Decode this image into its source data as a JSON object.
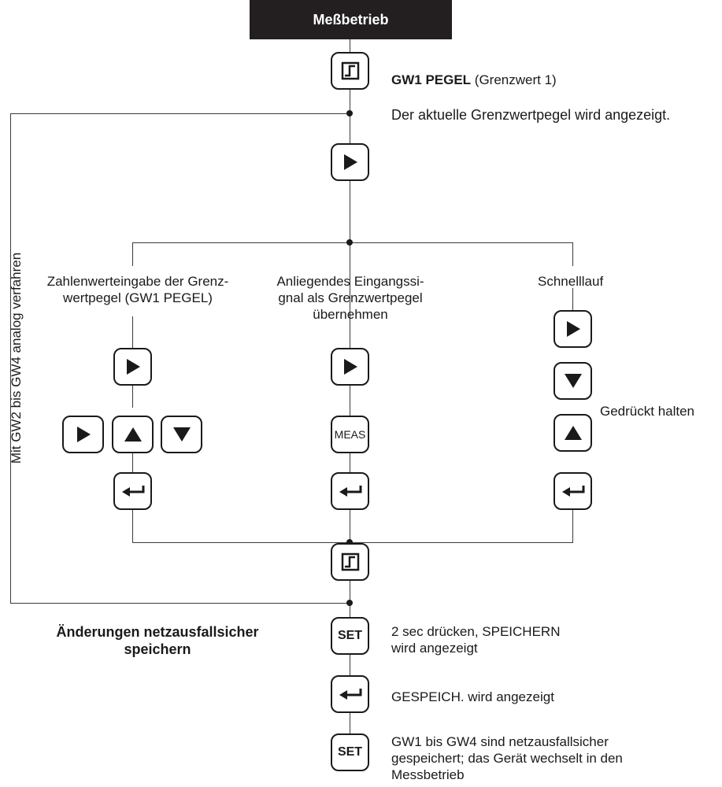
{
  "header": {
    "title": "Meßbetrieb"
  },
  "step1": {
    "title_bold": "GW1 PEGEL",
    "title_rest": " (Grenzwert 1)",
    "note": "Der aktuelle Grenzwertpegel wird angezeigt."
  },
  "side_label": "Mit GW2 bis GW4 analog verfahren",
  "branches": {
    "left": {
      "line1": "Zahlenwerteingabe der Grenz-",
      "line2": "wertpegel (GW1 PEGEL)"
    },
    "middle": {
      "line1": "Anliegendes Eingangssi-",
      "line2": "gnal als Grenzwertpegel",
      "line3": "übernehmen"
    },
    "right": {
      "line1": "Schnelllauf",
      "hold": "Gedrückt halten"
    }
  },
  "keys": {
    "set": "SET",
    "meas": "MEAS"
  },
  "save": {
    "title_line1": "Änderungen netzausfallsicher",
    "title_line2": "speichern",
    "set1_line1": "2 sec drücken, SPEICHERN",
    "set1_line2": "wird angezeigt",
    "enter_note": "GESPEICH. wird angezeigt",
    "set2_line1": "GW1 bis GW4 sind netzausfallsicher",
    "set2_line2": "gespeichert; das Gerät wechselt in den",
    "set2_line3": "Messbetrieb"
  }
}
